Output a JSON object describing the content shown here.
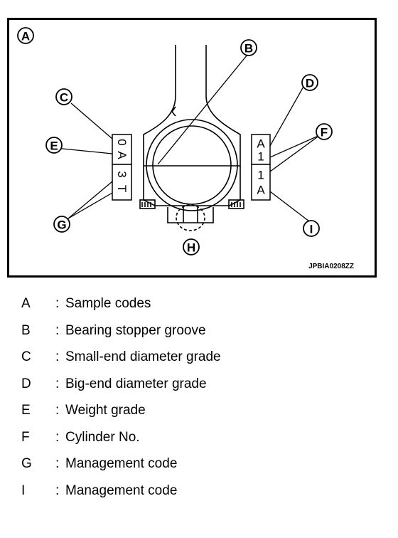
{
  "figure": {
    "callouts": [
      "A",
      "B",
      "C",
      "D",
      "E",
      "F",
      "G",
      "H",
      "I"
    ],
    "left_tag": {
      "top": [
        "0",
        "A"
      ],
      "bottom": [
        "3",
        "T"
      ]
    },
    "right_tag": {
      "top": [
        "A",
        "1"
      ],
      "bottom": [
        "1",
        "A"
      ]
    },
    "figure_id": "JPBIA0208ZZ"
  },
  "legend": [
    {
      "key": "A",
      "sep": ":",
      "desc": "Sample codes"
    },
    {
      "key": "B",
      "sep": ":",
      "desc": "Bearing stopper groove"
    },
    {
      "key": "C",
      "sep": ":",
      "desc": "Small-end diameter grade"
    },
    {
      "key": "D",
      "sep": ":",
      "desc": "Big-end diameter grade"
    },
    {
      "key": "E",
      "sep": ":",
      "desc": "Weight grade"
    },
    {
      "key": "F",
      "sep": ":",
      "desc": "Cylinder No."
    },
    {
      "key": "G",
      "sep": ":",
      "desc": "Management code"
    },
    {
      "key": "I",
      "sep": ":",
      "desc": "Management code"
    }
  ]
}
